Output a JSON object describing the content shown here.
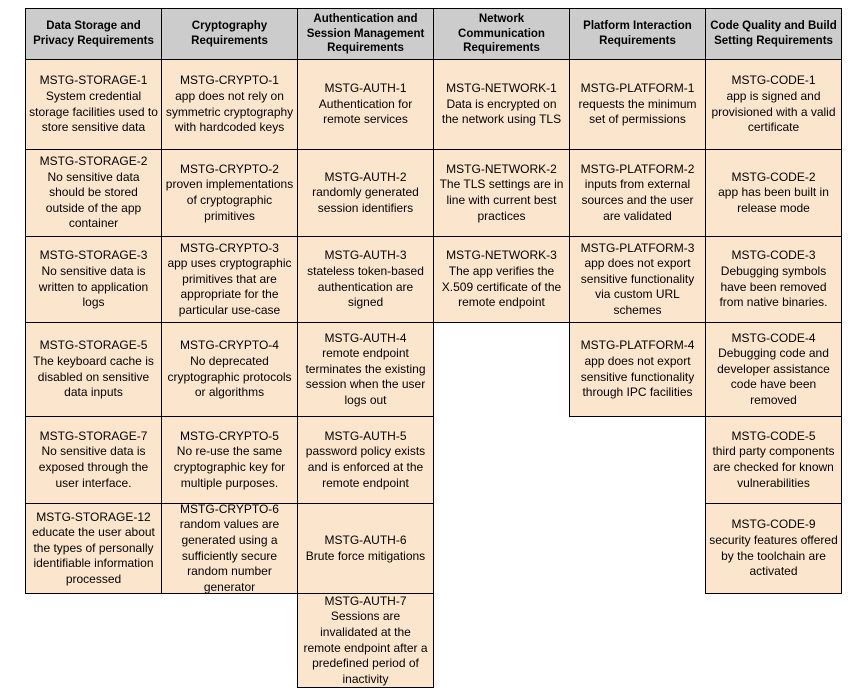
{
  "colors": {
    "header_bg": "#cccccc",
    "cell_bg": "#fce5cd",
    "border": "#000000",
    "background": "#ffffff"
  },
  "table": {
    "columns": [
      {
        "id": "storage",
        "header": "Data Storage and Privacy Requirements",
        "cells": [
          {
            "code": "MSTG-STORAGE-1",
            "text": "System credential storage facilities used to store sensitive data"
          },
          {
            "code": "MSTG-STORAGE-2",
            "text": "No sensitive data should be stored outside of the app container"
          },
          {
            "code": "MSTG-STORAGE-3",
            "text": "No sensitive data is written to application logs"
          },
          {
            "code": "MSTG-STORAGE-5",
            "text": "The keyboard cache is disabled on sensitive data inputs"
          },
          {
            "code": "MSTG-STORAGE-7",
            "text": "No sensitive data is exposed through the user interface."
          },
          {
            "code": "MSTG-STORAGE-12",
            "text": "educate the user about the types of personally identifiable information processed"
          }
        ]
      },
      {
        "id": "crypto",
        "header": "Cryptography Requirements",
        "cells": [
          {
            "code": "MSTG-CRYPTO-1",
            "text": "app does not rely on symmetric cryptography with hardcoded keys"
          },
          {
            "code": "MSTG-CRYPTO-2",
            "text": "proven implementations of cryptographic primitives"
          },
          {
            "code": "MSTG-CRYPTO-3",
            "text": "app uses cryptographic primitives that are appropriate for the particular use-case"
          },
          {
            "code": "MSTG-CRYPTO-4",
            "text": "No deprecated cryptographic protocols or algorithms"
          },
          {
            "code": "MSTG-CRYPTO-5",
            "text": "No re-use the same cryptographic key for multiple purposes."
          },
          {
            "code": "MSTG-CRYPTO-6",
            "text": "random values are generated using a sufficiently secure random number generator"
          }
        ]
      },
      {
        "id": "auth",
        "header": "Authentication and Session Management Requirements",
        "cells": [
          {
            "code": "MSTG-AUTH-1",
            "text": "Authentication for remote services"
          },
          {
            "code": "MSTG-AUTH-2",
            "text": "randomly generated session identifiers"
          },
          {
            "code": "MSTG-AUTH-3",
            "text": "stateless token-based authentication are signed"
          },
          {
            "code": "MSTG-AUTH-4",
            "text": "remote endpoint terminates the existing session when the user logs out"
          },
          {
            "code": "MSTG-AUTH-5",
            "text": "password policy exists and is enforced at the remote endpoint"
          },
          {
            "code": "MSTG-AUTH-6",
            "text": "Brute force mitigations"
          },
          {
            "code": "MSTG-AUTH-7",
            "text": "Sessions are invalidated at the remote endpoint after a predefined period of inactivity"
          }
        ]
      },
      {
        "id": "network",
        "header": "Network Communication Requirements",
        "cells": [
          {
            "code": "MSTG-NETWORK-1",
            "text": "Data is encrypted on the network using TLS"
          },
          {
            "code": "MSTG-NETWORK-2",
            "text": "The TLS settings are in line with current best practices"
          },
          {
            "code": "MSTG-NETWORK-3",
            "text": "The app verifies the X.509 certificate of the remote endpoint"
          }
        ]
      },
      {
        "id": "platform",
        "header": "Platform Interaction Requirements",
        "cells": [
          {
            "code": "MSTG-PLATFORM-1",
            "text": "requests the minimum set of permissions"
          },
          {
            "code": "MSTG-PLATFORM-2",
            "text": "inputs from external sources and the user are validated"
          },
          {
            "code": "MSTG-PLATFORM-3",
            "text": "app does not export sensitive functionality via custom URL schemes"
          },
          {
            "code": "MSTG-PLATFORM-4",
            "text": "app does not export sensitive functionality through IPC facilities"
          }
        ]
      },
      {
        "id": "code",
        "header": "Code Quality and Build Setting Requirements",
        "cells": [
          {
            "code": "MSTG-CODE-1",
            "text": "app is signed and provisioned with a valid certificate"
          },
          {
            "code": "MSTG-CODE-2",
            "text": "app has been built in release mode"
          },
          {
            "code": "MSTG-CODE-3",
            "text": "Debugging symbols have been removed from native binaries."
          },
          {
            "code": "MSTG-CODE-4",
            "text": "Debugging code and developer assistance code have been removed"
          },
          {
            "code": "MSTG-CODE-5",
            "text": "third party components are checked for known vulnerabilities"
          },
          {
            "code": "MSTG-CODE-9",
            "text": "security features offered by the toolchain are activated"
          }
        ]
      }
    ]
  }
}
